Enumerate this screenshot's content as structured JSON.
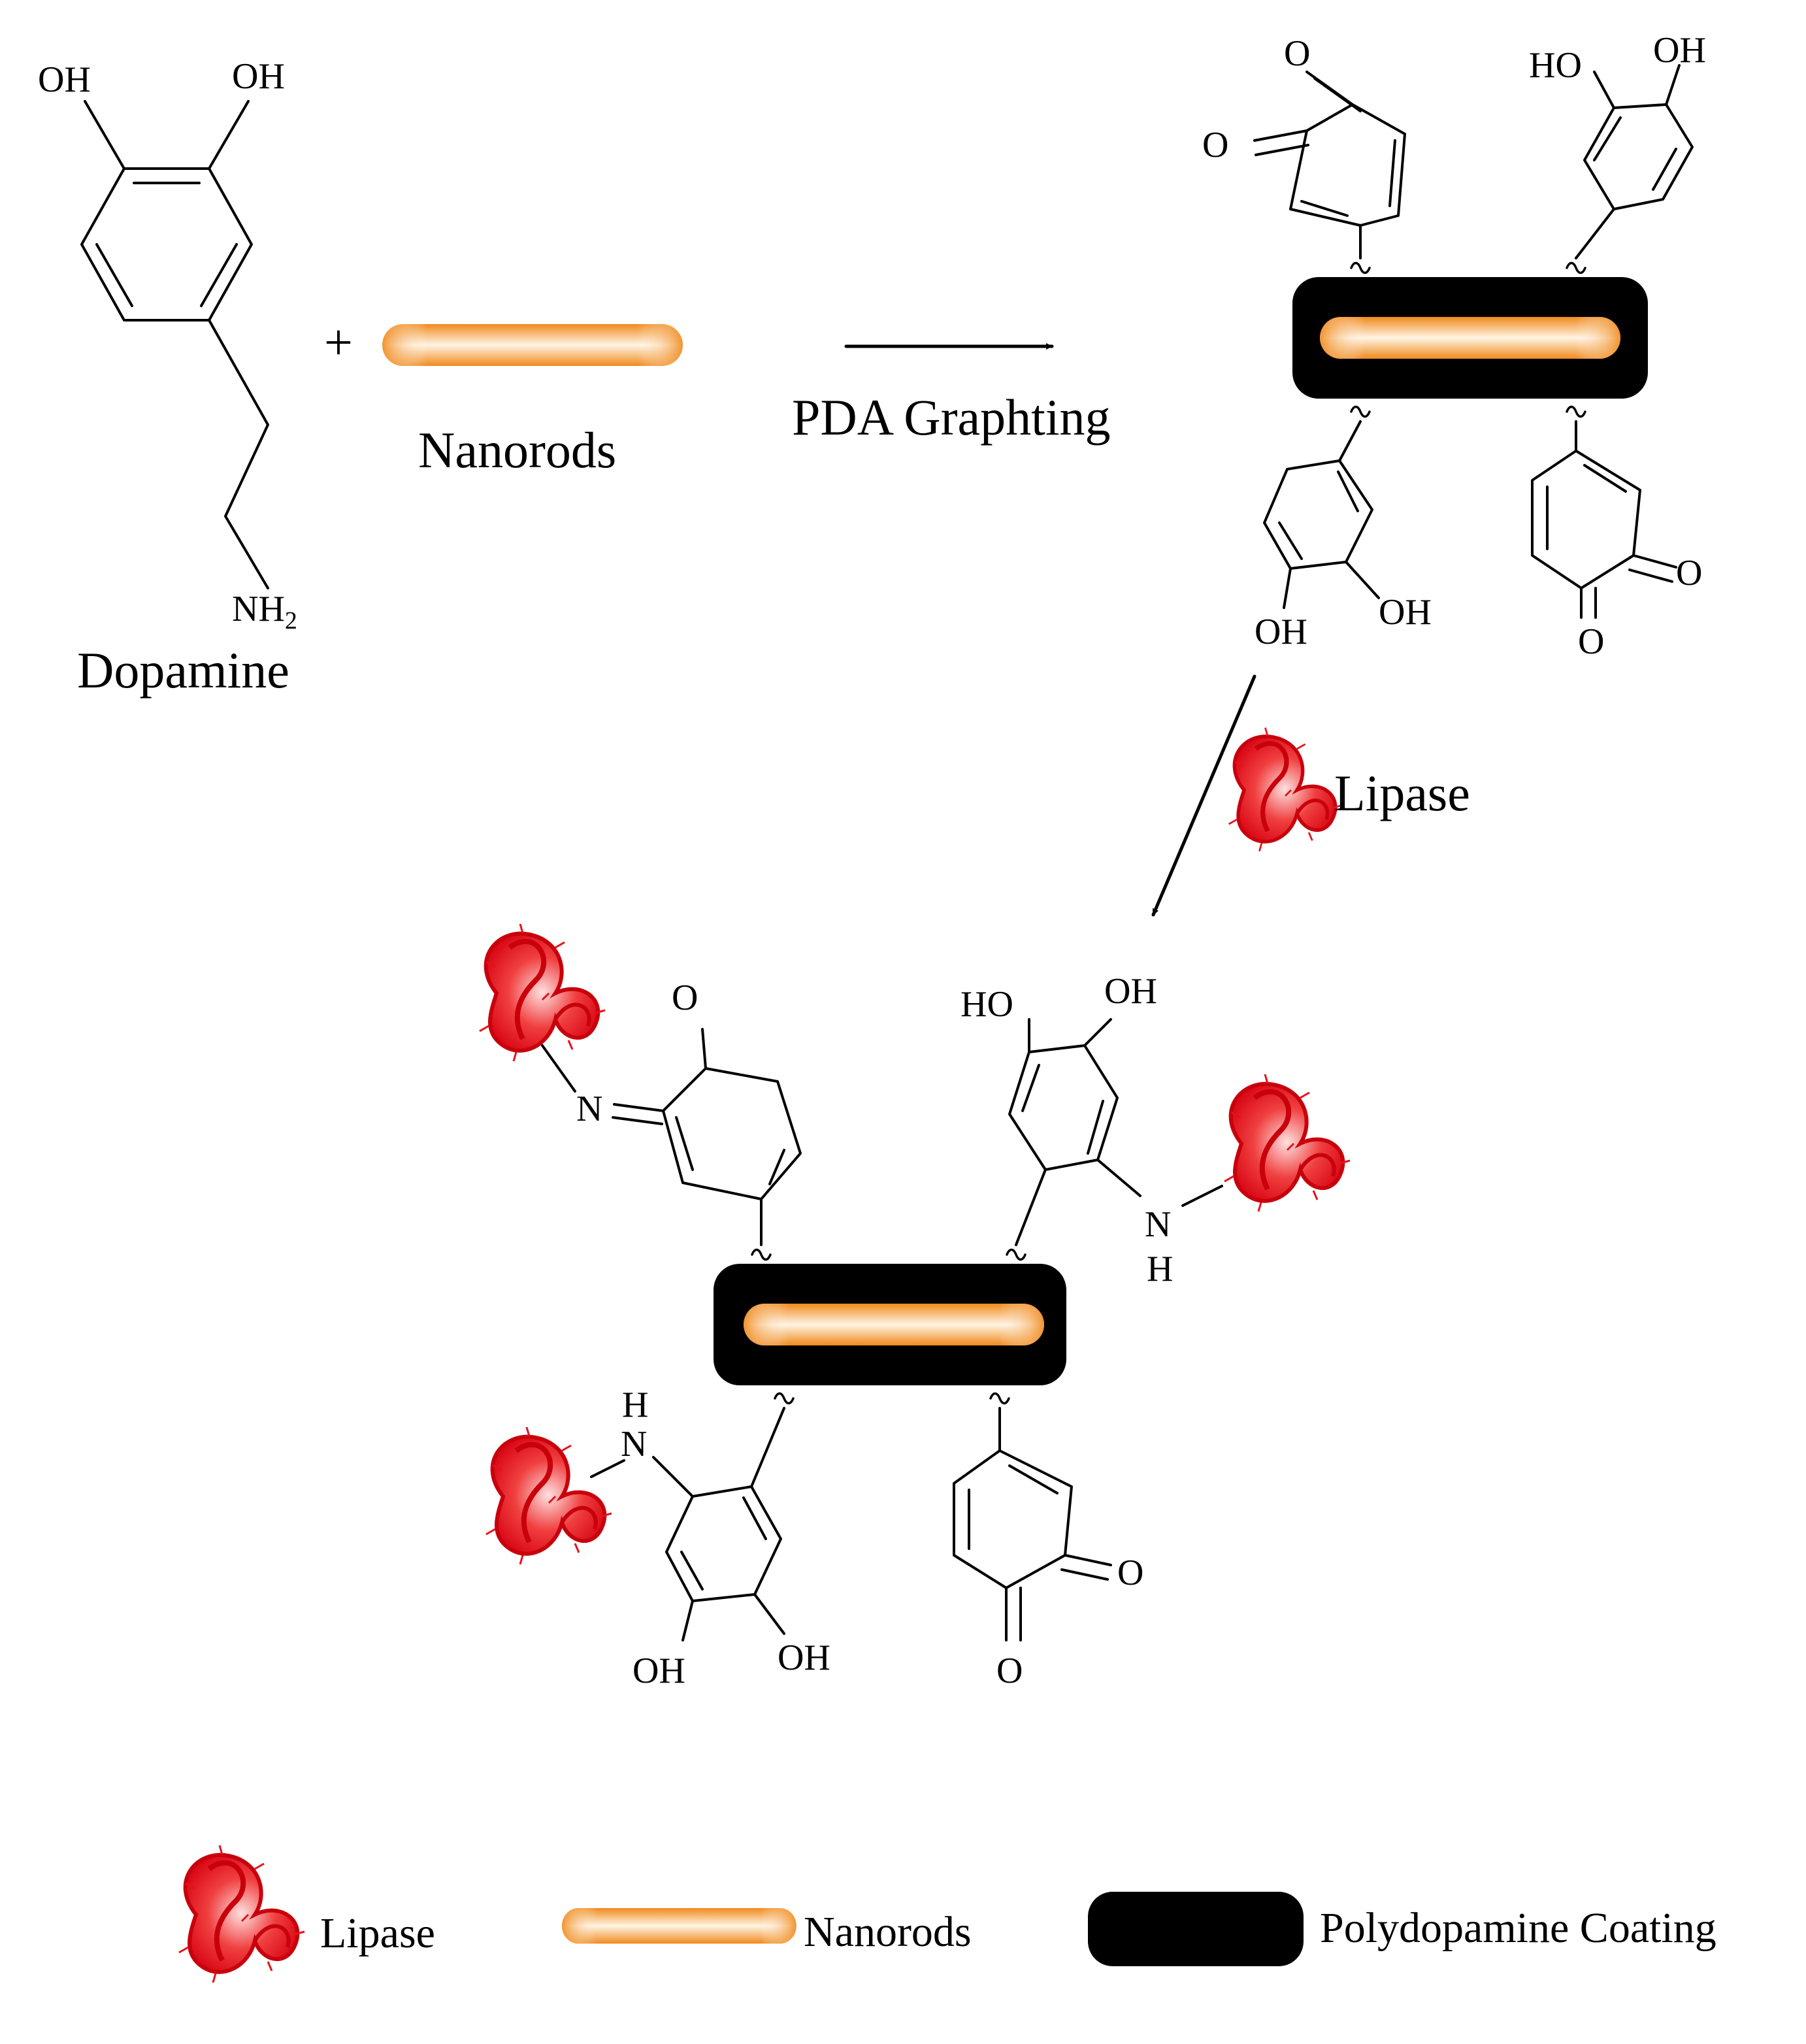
{
  "reactants": {
    "dopamine": {
      "name": "Dopamine",
      "oh_left": "OH",
      "oh_right": "OH",
      "amine": "NH",
      "amine_sub": "2"
    },
    "plus": "+",
    "nanorods_label": "Nanorods"
  },
  "step1": {
    "label": "PDA Graphting"
  },
  "grafted": {
    "atoms": [
      "O",
      "O",
      "HO",
      "OH",
      "OH",
      "OH",
      "O",
      "O"
    ]
  },
  "step2": {
    "label": "Lipase"
  },
  "immobilized": {
    "atoms": [
      "O",
      "N",
      "HO",
      "OH",
      "N",
      "H",
      "H",
      "N",
      "OH",
      "OH",
      "O",
      "O"
    ]
  },
  "legend": {
    "lipase": "Lipase",
    "nanorods": "Nanorods",
    "coating": "Polydopamine Coating"
  },
  "colors": {
    "nanorod_orange": "#f08a1c",
    "coating_black": "#000000",
    "lipase_red": "#e8101a"
  }
}
